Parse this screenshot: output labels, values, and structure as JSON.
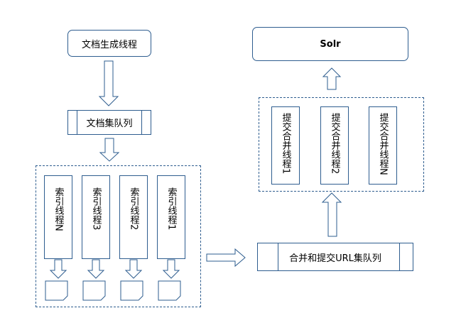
{
  "doc_gen_thread": "文档生成线程",
  "doc_queue": "文档集队列",
  "index_threads": [
    "索引线程N",
    "索引线程3",
    "索引线程2",
    "索引线程1"
  ],
  "merge_queue": "合并和提交URL集队列",
  "merge_threads": [
    "提交合并线程1",
    "提交合并线程2",
    "提交合并线程N"
  ],
  "solr": "Solr",
  "colors": {
    "stroke": "#2e5d8f",
    "fill": "#ffffff"
  }
}
